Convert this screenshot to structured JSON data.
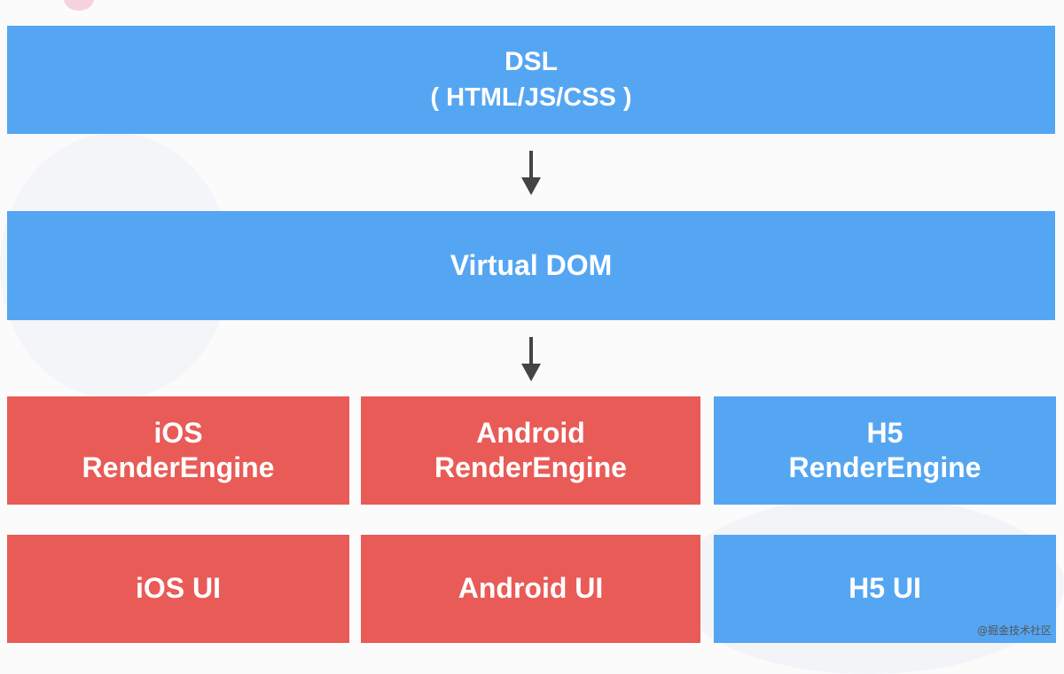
{
  "diagram": {
    "dsl_box": {
      "line1": "DSL",
      "line2": "( HTML/JS/CSS )"
    },
    "virtual_dom_box": {
      "label": "Virtual DOM"
    },
    "render_engines": [
      {
        "line1": "iOS",
        "line2": "RenderEngine",
        "color": "#e95b57"
      },
      {
        "line1": "Android",
        "line2": "RenderEngine",
        "color": "#e95b57"
      },
      {
        "line1": "H5",
        "line2": "RenderEngine",
        "color": "#55a6f2"
      }
    ],
    "ui_boxes": [
      {
        "label": "iOS UI",
        "color": "#e95b57"
      },
      {
        "label": "Android UI",
        "color": "#e95b57"
      },
      {
        "label": "H5 UI",
        "color": "#55a6f2"
      }
    ]
  },
  "watermark": "@掘金技术社区",
  "colors": {
    "blue": "#55a6f2",
    "red": "#e95b57",
    "arrow": "#444444"
  }
}
